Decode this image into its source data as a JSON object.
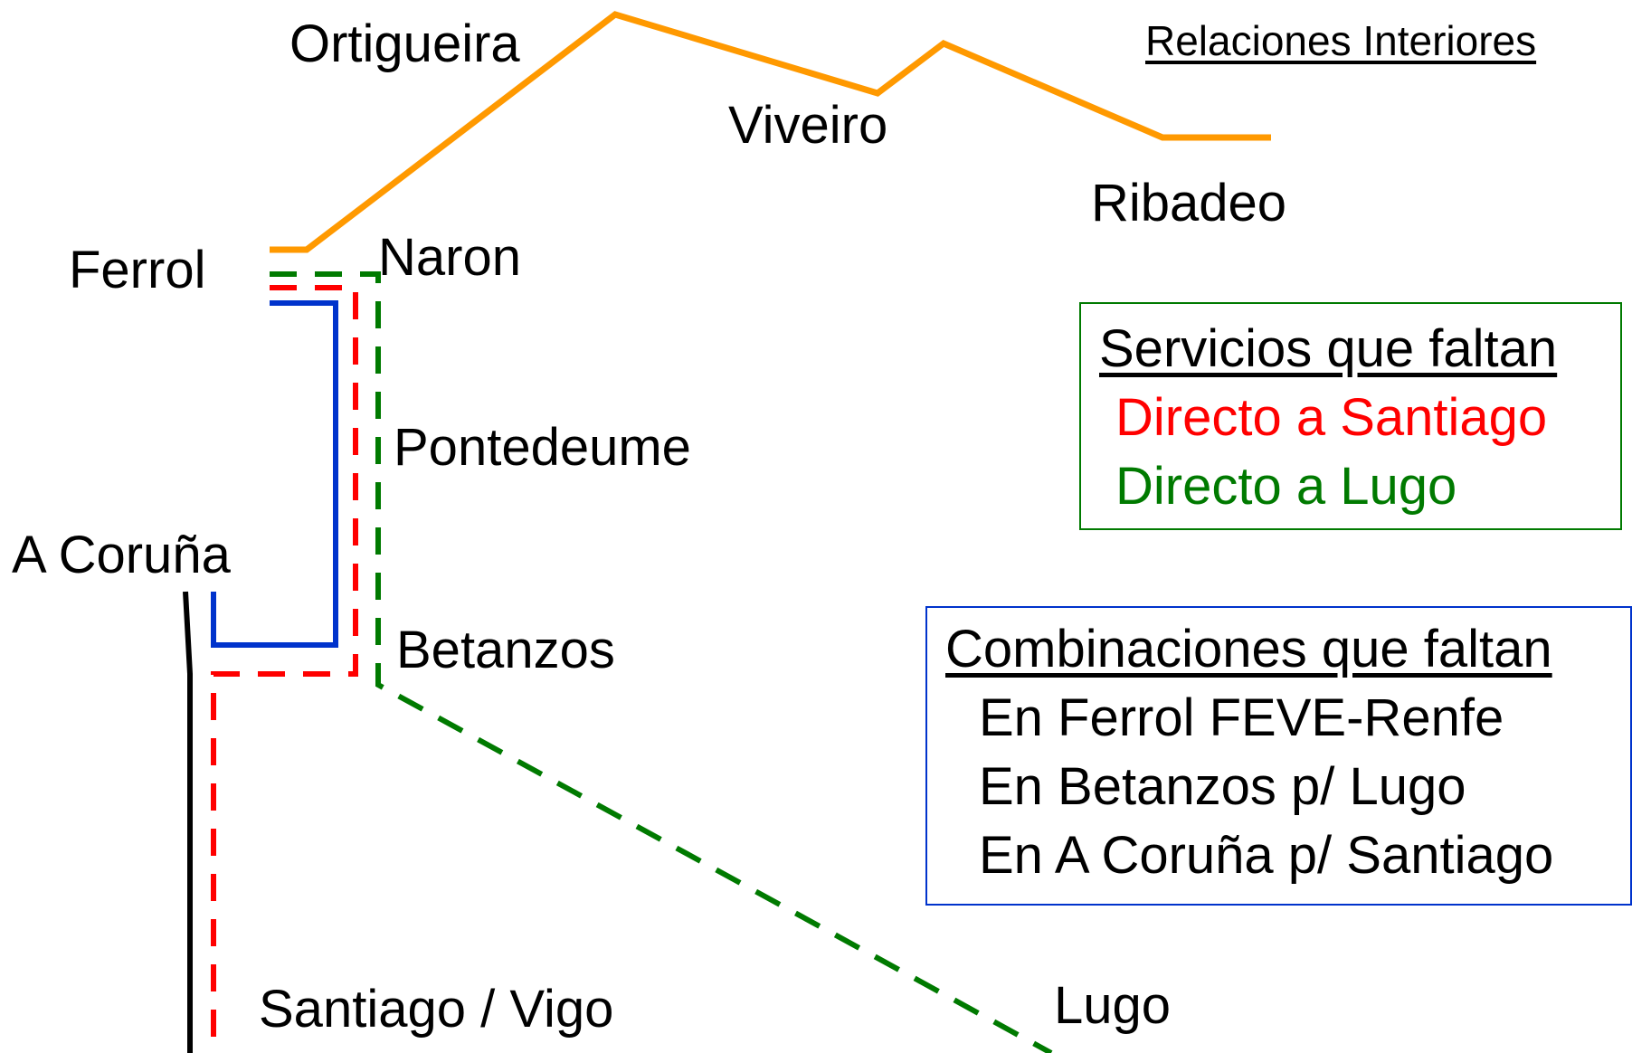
{
  "title": "Relaciones Interiores",
  "stations": {
    "ortigueira": "Ortigueira",
    "viveiro": "Viveiro",
    "ribadeo": "Ribadeo",
    "ferrol": "Ferrol",
    "naron": "Naron",
    "pontedeume": "Pontedeume",
    "a_coruna": "A Coruña",
    "betanzos": "Betanzos",
    "santiago_vigo": "Santiago / Vigo",
    "lugo": "Lugo"
  },
  "missing_services": {
    "heading": "Servicios que faltan",
    "items": [
      "Directo a Santiago",
      "Directo a Lugo"
    ],
    "item_colors": [
      "#ff0000",
      "#007a00"
    ]
  },
  "missing_connections": {
    "heading": "Combinaciones que faltan",
    "items": [
      "En Ferrol FEVE-Renfe",
      "En Betanzos p/ Lugo",
      "En A Coruña p/ Santiago"
    ]
  },
  "colors": {
    "feve_line": "#ff9900",
    "renfe_coruna_ferrol": "#0033cc",
    "missing_santiago": "#ff0000",
    "missing_lugo": "#007a00",
    "main_line": "#000000",
    "box_services_border": "#007a00",
    "box_connections_border": "#0033cc"
  }
}
